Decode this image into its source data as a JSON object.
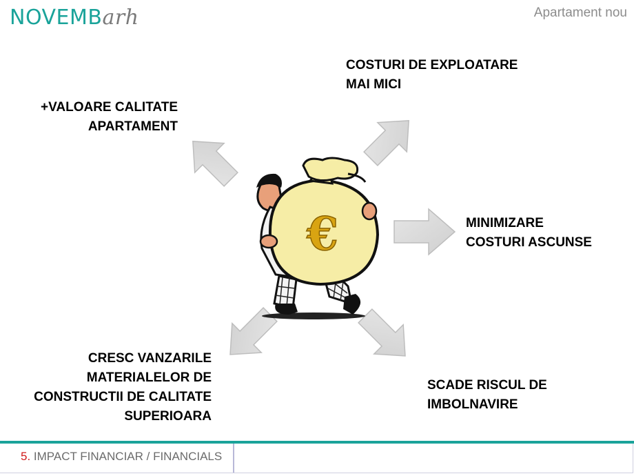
{
  "header": {
    "logo_brand": "NOVEMB",
    "logo_suffix": "arh",
    "title": "Apartament nou",
    "brand_color": "#1aa39a"
  },
  "labels": {
    "top_left": [
      "+VALOARE CALITATE",
      "APARTAMENT"
    ],
    "top_right": [
      "COSTURI DE EXPLOATARE",
      "MAI MICI"
    ],
    "right": [
      "MINIMIZARE",
      "COSTURI ASCUNSE"
    ],
    "bottom_left": [
      "CRESC VANZARILE",
      "MATERIALELOR DE",
      "CONSTRUCTII DE CALITATE",
      "SUPERIOARA"
    ],
    "bottom_right": [
      "SCADE RISCUL DE",
      "IMBOLNAVIRE"
    ]
  },
  "illustration": {
    "subject": "man-carrying-money-bag",
    "symbol": "€"
  },
  "footer": {
    "number": "5.",
    "text": " IMPACT FINANCIAR / FINANCIALS"
  }
}
